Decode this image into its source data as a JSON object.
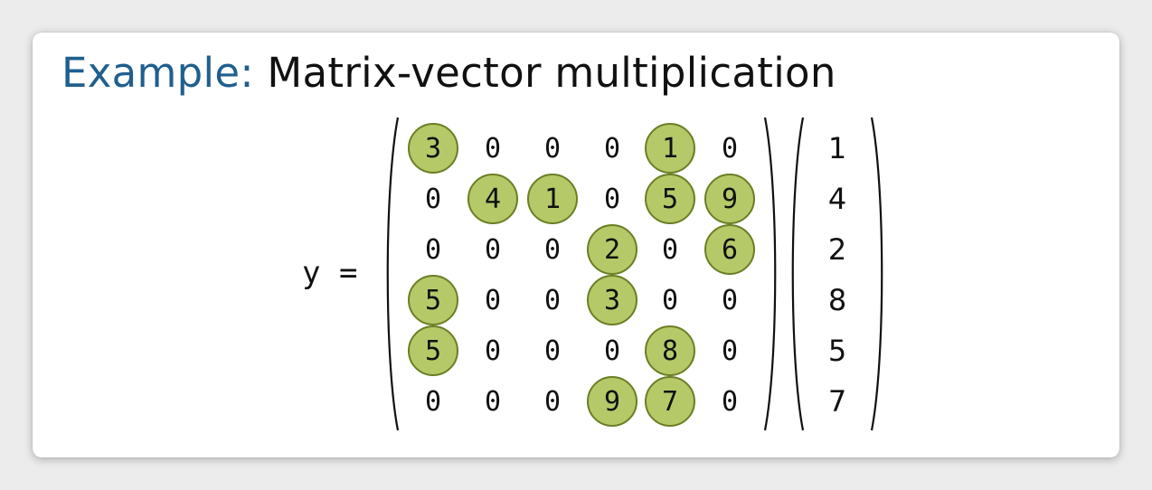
{
  "title": {
    "prefix": "Example:",
    "rest": "Matrix-vector multiplication"
  },
  "equation": {
    "lhs": "y ="
  },
  "matrix": [
    [
      "3",
      "0",
      "0",
      "0",
      "1",
      "0"
    ],
    [
      "0",
      "4",
      "1",
      "0",
      "5",
      "9"
    ],
    [
      "0",
      "0",
      "0",
      "2",
      "0",
      "6"
    ],
    [
      "5",
      "0",
      "0",
      "3",
      "0",
      "0"
    ],
    [
      "5",
      "0",
      "0",
      "0",
      "8",
      "0"
    ],
    [
      "0",
      "0",
      "0",
      "9",
      "7",
      "0"
    ]
  ],
  "vector": [
    "1",
    "4",
    "2",
    "8",
    "5",
    "7"
  ],
  "colors": {
    "highlight_fill": "#b5c969",
    "highlight_stroke": "#6b7e24",
    "title_accent": "#1f5f8f"
  }
}
